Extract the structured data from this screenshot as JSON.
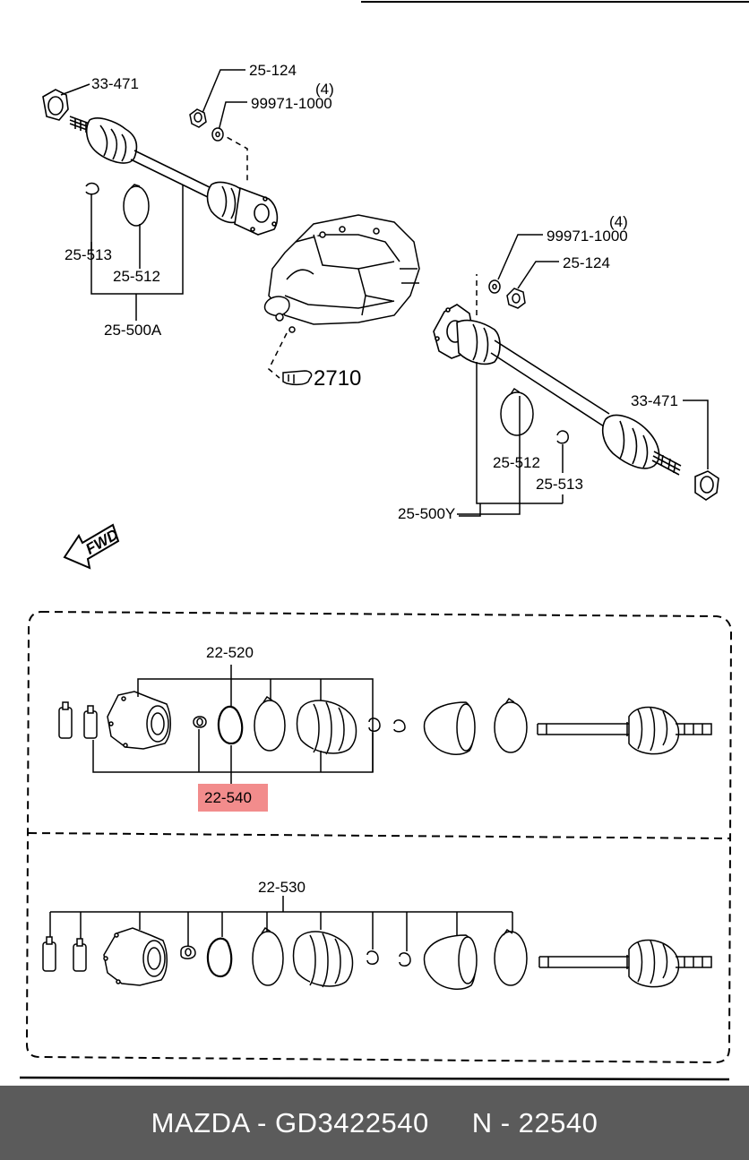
{
  "labels": {
    "l_33_471_a": "33-471",
    "l_25_124_a": "25-124",
    "l_qty_a": "(4)",
    "l_99971_a": "99971-1000",
    "l_25_513_a": "25-513",
    "l_25_512_a": "25-512",
    "l_25_500a": "25-500A",
    "l_2710": "2710",
    "l_qty_b": "(4)",
    "l_99971_b": "99971-1000",
    "l_25_124_b": "25-124",
    "l_33_471_b": "33-471",
    "l_25_512_b": "25-512",
    "l_25_513_b": "25-513",
    "l_25_500y": "25-500Y",
    "l_fwd": "FWD",
    "l_22_520": "22-520",
    "l_22_540": "22-540",
    "l_22_530": "22-530"
  },
  "highlight_color": "#f28c8c",
  "footer": {
    "manufacturer_part": "MAZDA - GD3422540",
    "diagram_number": "N - 22540"
  }
}
